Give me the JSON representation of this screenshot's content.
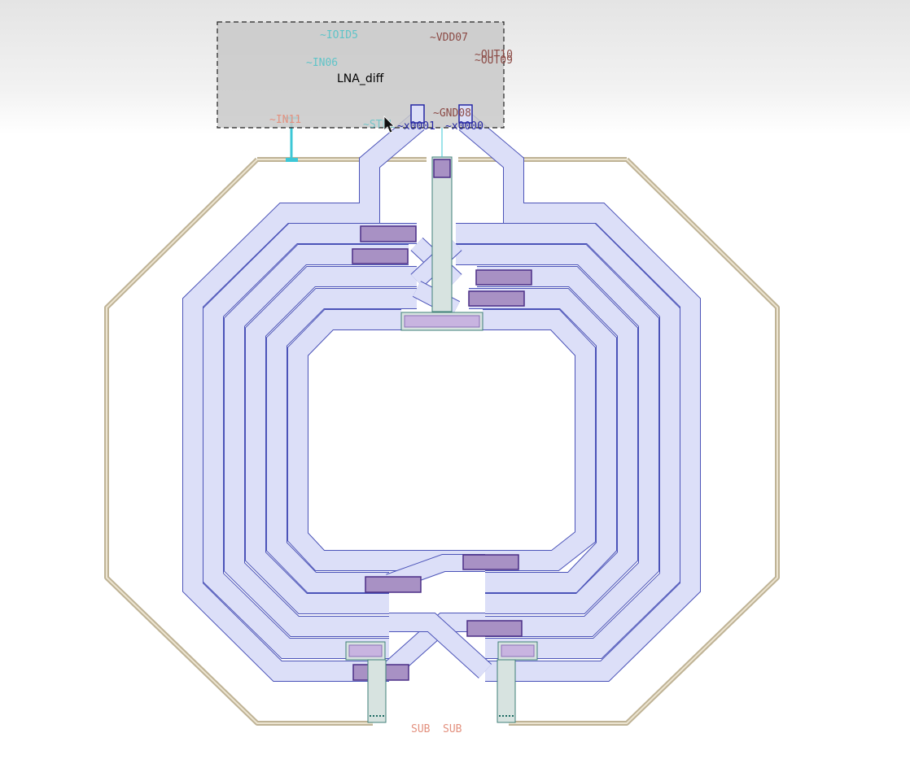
{
  "cell": {
    "name": "LNA_diff",
    "pins": [
      "~IOID5",
      "~VDD07",
      "~OUT09",
      "~OUT10",
      "~IN06",
      "~GND08",
      "~x0001",
      "~x0000",
      "~IN11",
      "~STEL"
    ],
    "bottom_pins": [
      "SUB",
      "SUB"
    ]
  },
  "colors": {
    "metal_fill": "#dcdff8",
    "metal_stroke": "#4b53b8",
    "via_fill": "#a891c4",
    "via_stroke": "#4b2e86",
    "underpass_fill": "#d7e3e0",
    "guard_ring": "#cbbfa4",
    "highlight_box": "#c9c9c9",
    "cyan_pin": "#3cc7d6",
    "pink_label": "#e3917f",
    "brown_label": "#8b4a45",
    "teal_label": "#5fc4c8",
    "blue_label": "#2426a3"
  },
  "icons": [
    "cursor-arrow-icon"
  ]
}
